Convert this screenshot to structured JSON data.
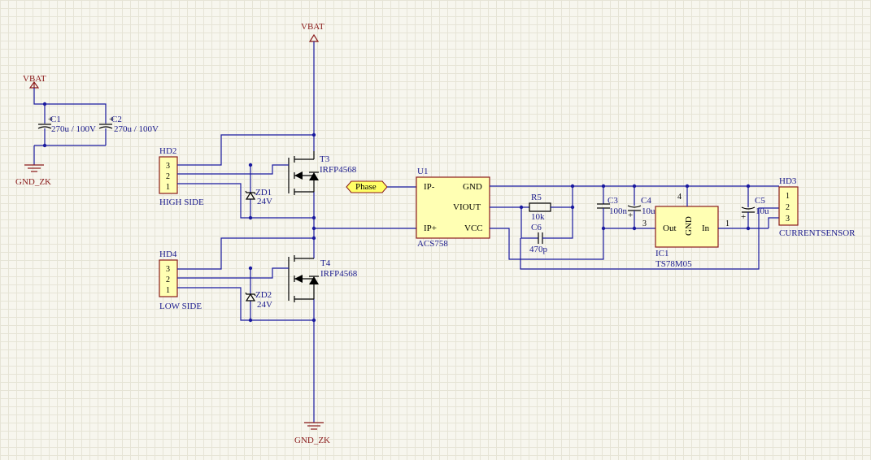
{
  "nets": {
    "vbat_main": "VBAT",
    "vbat_caps": "VBAT",
    "gnd_caps": "GND_ZK",
    "gnd_main": "GND_ZK",
    "phase": "Phase"
  },
  "capacitors": {
    "c1": {
      "designator": "C1",
      "value": "270u / 100V"
    },
    "c2": {
      "designator": "C2",
      "value": "270u / 100V"
    },
    "c3": {
      "designator": "C3",
      "value": "100n"
    },
    "c4": {
      "designator": "C4",
      "value": "10u"
    },
    "c5": {
      "designator": "C5",
      "value": "10u"
    },
    "c6": {
      "designator": "C6",
      "value": "470p"
    }
  },
  "resistor_r5": {
    "designator": "R5",
    "value": "10k"
  },
  "headers": {
    "hd2": {
      "designator": "HD2",
      "comment": "HIGH SIDE",
      "pins": [
        "3",
        "2",
        "1"
      ]
    },
    "hd4": {
      "designator": "HD4",
      "comment": "LOW SIDE",
      "pins": [
        "3",
        "2",
        "1"
      ]
    },
    "hd3": {
      "designator": "HD3",
      "comment": "CURRENTSENSOR",
      "pins": [
        "1",
        "2",
        "3"
      ]
    }
  },
  "transistors": {
    "t3": {
      "designator": "T3",
      "part": "IRFP4568"
    },
    "t4": {
      "designator": "T4",
      "part": "IRFP4568"
    }
  },
  "zeners": {
    "zd1": {
      "designator": "ZD1",
      "value": "24V"
    },
    "zd2": {
      "designator": "ZD2",
      "value": "24V"
    }
  },
  "u1": {
    "designator": "U1",
    "part": "ACS758",
    "pins": {
      "ip_minus": "IP-",
      "ip_plus": "IP+",
      "gnd": "GND",
      "viout": "VIOUT",
      "vcc": "VCC"
    }
  },
  "ic1": {
    "designator": "IC1",
    "part": "TS78M05",
    "pins": {
      "out": "Out",
      "gnd": "GND",
      "in": "In"
    },
    "pin_numbers": {
      "out": "3",
      "gnd": "4",
      "in": "1"
    }
  }
}
